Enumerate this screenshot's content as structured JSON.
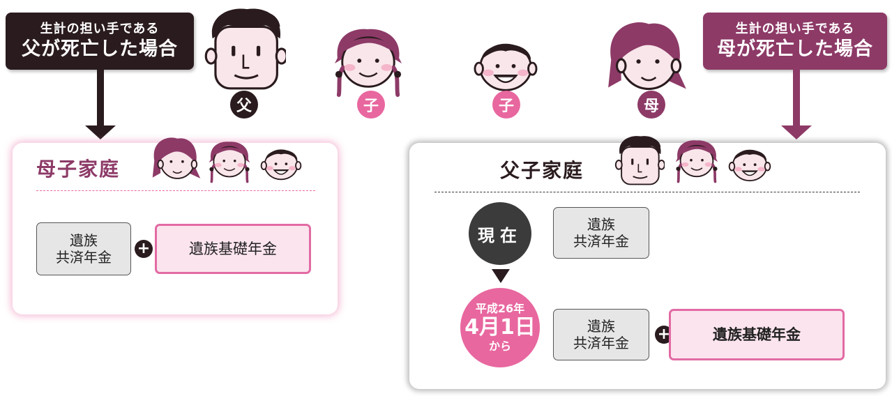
{
  "callouts": {
    "father": {
      "line1": "生計の担い手である",
      "line2": "父が死亡した場合"
    },
    "mother": {
      "line1": "生計の担い手である",
      "line2": "母が死亡した場合"
    }
  },
  "family": {
    "father_label": "父",
    "child_label_1": "子",
    "child_label_2": "子",
    "mother_label": "母"
  },
  "left_panel": {
    "title": "母子家庭",
    "survivor_mutual_aid": "遺族\n共済年金",
    "plus": "+",
    "basic_pension": "遺族基礎年金"
  },
  "right_panel": {
    "title": "父子家庭",
    "now_label": "現在",
    "current_mutual_aid": "遺族\n共済年金",
    "date_line1": "平成26年",
    "date_line2": "4月1日",
    "date_line3": "から",
    "future_mutual_aid": "遺族\n共済年金",
    "plus": "+",
    "basic_pension": "遺族基礎年金"
  },
  "colors": {
    "dark": "#2a1b1e",
    "mother_accent": "#8d3a67",
    "pink_accent": "#e8679f",
    "pink_fill": "#fbe4ee"
  },
  "icons": [
    "father-face-icon",
    "girl-face-icon",
    "boy-face-icon",
    "mother-face-icon",
    "plus-icon",
    "triangle-down-icon"
  ]
}
